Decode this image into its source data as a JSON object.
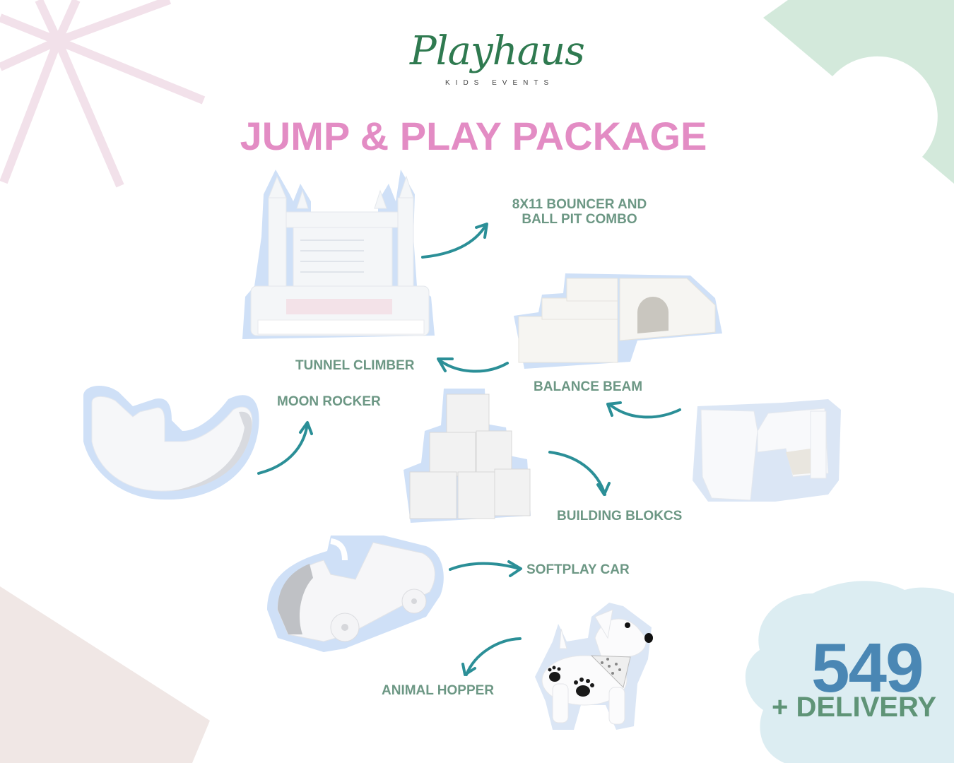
{
  "brand": {
    "name": "Playhaus",
    "tagline": "KIDS EVENTS"
  },
  "title": "JUMP & PLAY PACKAGE",
  "items": [
    {
      "id": "bouncer",
      "label_line1": "8X11 BOUNCER AND",
      "label_line2": "BALL PIT COMBO"
    },
    {
      "id": "tunnel-climber",
      "label": "TUNNEL CLIMBER"
    },
    {
      "id": "balance-beam",
      "label": "BALANCE BEAM"
    },
    {
      "id": "moon-rocker",
      "label": "MOON ROCKER"
    },
    {
      "id": "building-blocks",
      "label": "BUILDING BLOKCS"
    },
    {
      "id": "softplay-car",
      "label": "SOFTPLAY CAR"
    },
    {
      "id": "animal-hopper",
      "label": "ANIMAL HOPPER"
    }
  ],
  "pricing": {
    "price": "549",
    "note": "+ DELIVERY"
  },
  "colors": {
    "title_pink": "#e38cc4",
    "label_green": "#6c9784",
    "logo_green": "#2f7a50",
    "arrow_teal": "#2b8f97",
    "price_blue": "#4a87b4",
    "delivery_green": "#5f9477",
    "outline_blue": "#cfe0f7",
    "bg_mint": "#d3e9db",
    "bg_light_blue": "#dcedf2",
    "bg_pink": "#f2e1ea",
    "bg_blush": "#f0e7e5"
  }
}
